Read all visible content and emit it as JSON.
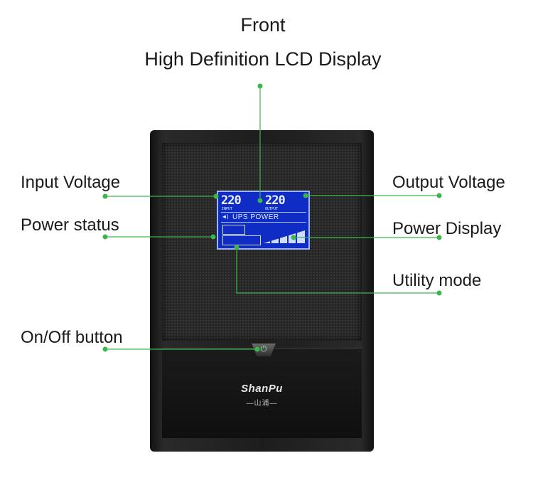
{
  "heading": {
    "title": "Front",
    "subtitle": "High Definition LCD Display"
  },
  "callouts": {
    "input_voltage": "Input Voltage",
    "power_status": "Power status",
    "on_off_button": "On/Off button",
    "output_voltage": "Output Voltage",
    "power_display": "Power Display",
    "utility_mode": "Utility mode"
  },
  "lcd": {
    "input_value": "220",
    "output_value": "220",
    "input_label": "INPUT",
    "output_label": "OUTPUT",
    "title": "UPS POWER"
  },
  "device": {
    "brand": "ShanPu",
    "brand_sub": "—山浦—"
  },
  "colors": {
    "leader_line": "#3cb54a",
    "lcd_background": "#0f2cc4",
    "ups_body": "#1d1d1d"
  },
  "icons": {
    "power": "power-icon",
    "speaker": "speaker-icon"
  }
}
